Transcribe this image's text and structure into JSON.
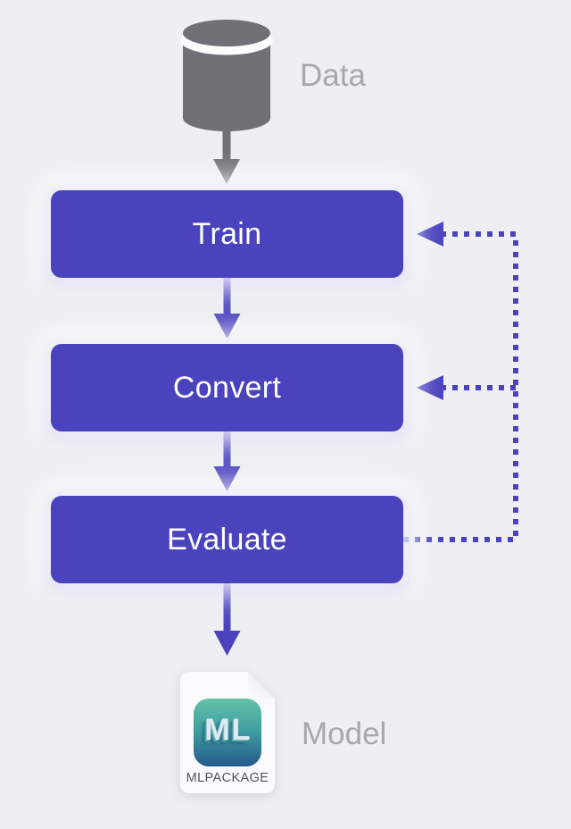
{
  "colors": {
    "background": "#EEEFF2",
    "step_fill": "#4B43BE",
    "step_text": "#FFFFFF",
    "connector_purple": "#4B43BE",
    "connector_gray": "#6F7176",
    "side_label_gray": "#A6A8AD",
    "file_card": "#FBFBFD",
    "ml_icon_gradient_top": "#63C2A8",
    "ml_icon_gradient_bottom": "#24598B",
    "file_type_text": "#515257"
  },
  "diagram": {
    "source": {
      "label": "Data",
      "icon": "database-cylinder-icon"
    },
    "steps": [
      {
        "label": "Train"
      },
      {
        "label": "Convert"
      },
      {
        "label": "Evaluate"
      }
    ],
    "output": {
      "label": "Model",
      "badge": "ML",
      "file_type": "MLPACKAGE",
      "icon": "mlpackage-file-icon"
    },
    "edges": [
      {
        "from": "Data",
        "to": "Train",
        "style": "solid"
      },
      {
        "from": "Train",
        "to": "Convert",
        "style": "solid"
      },
      {
        "from": "Convert",
        "to": "Evaluate",
        "style": "solid"
      },
      {
        "from": "Evaluate",
        "to": "Model",
        "style": "solid"
      },
      {
        "from": "Evaluate",
        "to": "Train",
        "style": "dotted"
      },
      {
        "from": "Evaluate",
        "to": "Convert",
        "style": "dotted"
      }
    ]
  }
}
